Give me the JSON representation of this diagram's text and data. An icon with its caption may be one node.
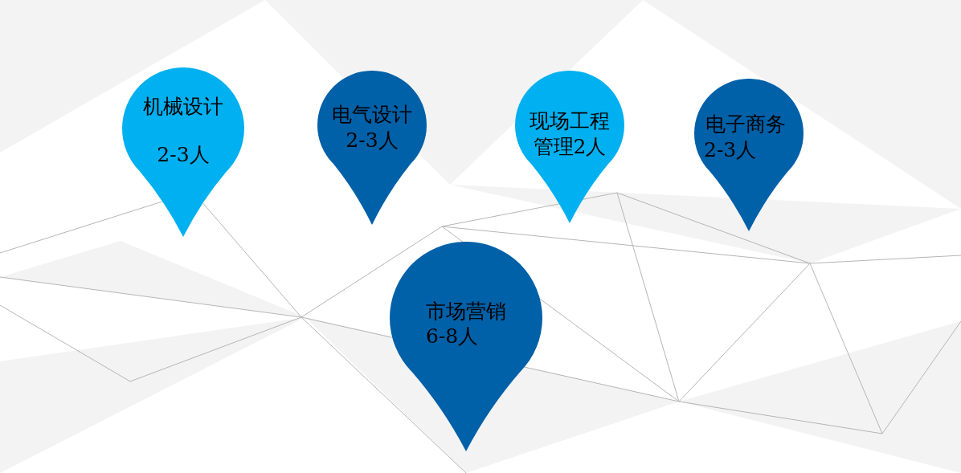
{
  "diagram": {
    "nodes": [
      {
        "text": [
          "机械设计",
          "2-3人"
        ]
      },
      {
        "text": [
          "电气设计",
          "2-3人"
        ]
      },
      {
        "text": [
          "现场工程管理2人"
        ]
      },
      {
        "text": [
          "电子商务",
          "2-3人"
        ]
      },
      {
        "text": [
          "市场营销",
          "6-8人"
        ]
      }
    ]
  }
}
